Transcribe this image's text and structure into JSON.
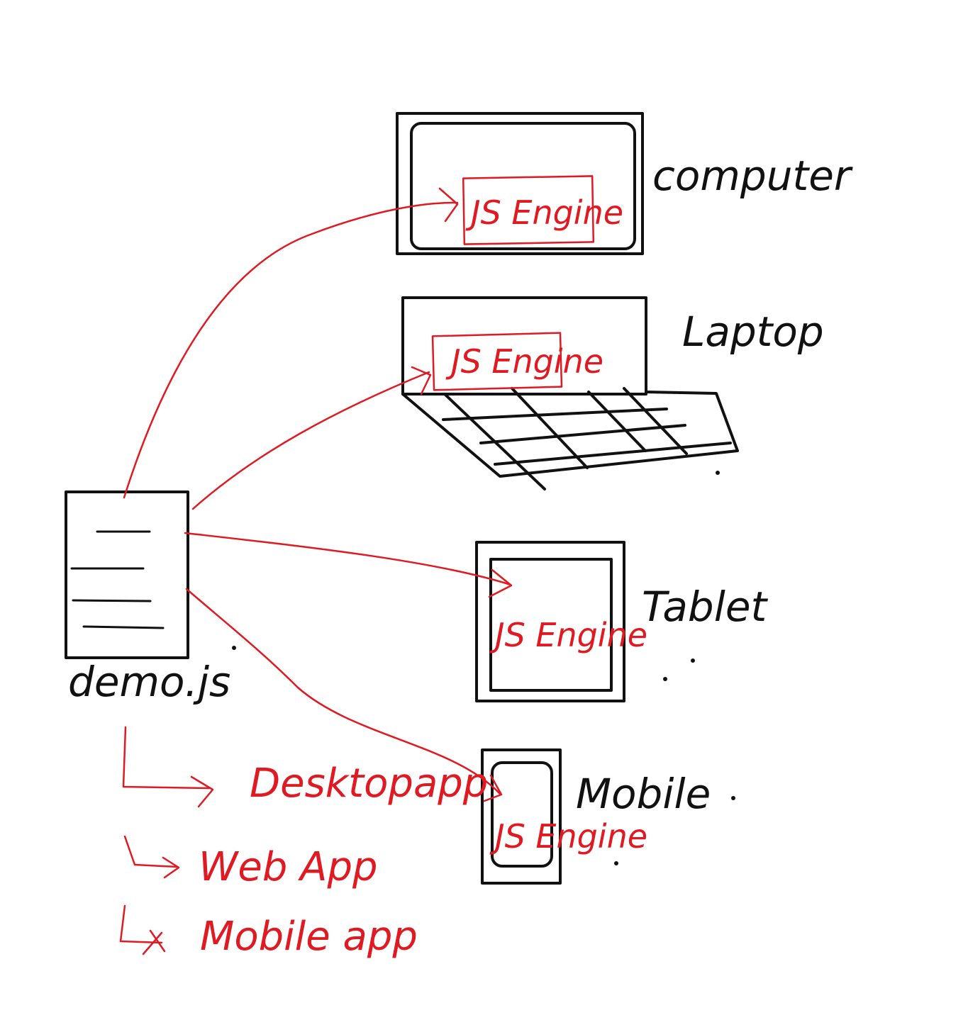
{
  "colors": {
    "ink": "#111111",
    "accent_red": "#e01a22",
    "background": "#ffffff"
  },
  "source_file": {
    "name": "demo.js",
    "icon": "document-icon"
  },
  "devices": [
    {
      "key": "computer",
      "label": "computer",
      "engine_label": "JS Engine",
      "icon": "monitor-icon"
    },
    {
      "key": "laptop",
      "label": "Laptop",
      "engine_label": "JS Engine",
      "icon": "laptop-icon"
    },
    {
      "key": "tablet",
      "label": "Tablet",
      "engine_label": "JS Engine",
      "icon": "tablet-icon"
    },
    {
      "key": "mobile",
      "label": "Mobile",
      "engine_label": "JS Engine",
      "icon": "phone-icon"
    }
  ],
  "app_types": [
    "Desktopapp",
    "Web App",
    "Mobile app"
  ]
}
